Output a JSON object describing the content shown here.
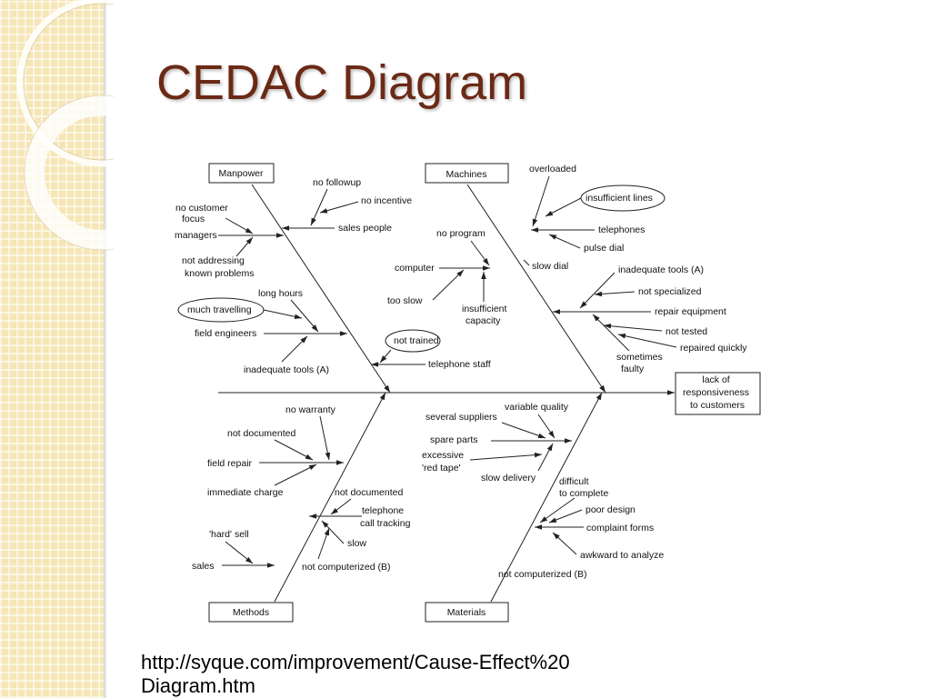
{
  "slide": {
    "title": "CEDAC Diagram",
    "source_url": "http://syque.com/improvement/Cause-Effect%20Diagram.htm"
  },
  "diagram": {
    "effect": [
      "lack of",
      "responsiveness",
      "to customers"
    ],
    "categories": {
      "manpower": "Manpower",
      "machines": "Machines",
      "methods": "Methods",
      "materials": "Materials"
    },
    "manpower": {
      "no_followup": "no followup",
      "no_incentive": "no incentive",
      "sales_people": "sales people",
      "no_customer_focus": [
        "no customer",
        "focus"
      ],
      "managers": "managers",
      "not_addressing": [
        "not addressing",
        "known problems"
      ],
      "long_hours": "long hours",
      "much_travelling": "much travelling",
      "field_engineers": "field engineers",
      "inadequate_tools": "inadequate tools (A)",
      "not_trained": "not trained",
      "telephone_staff": "telephone staff"
    },
    "machines": {
      "overloaded": "overloaded",
      "insufficient_lines": "insufficient lines",
      "telephones": "telephones",
      "pulse_dial": "pulse dial",
      "no_program": "no program",
      "computer": "computer",
      "too_slow": "too slow",
      "insufficient_capacity": [
        "insufficient",
        "capacity"
      ],
      "slow_dial": "slow dial",
      "inadequate_tools": "inadequate tools (A)",
      "not_specialized": "not specialized",
      "repair_equipment": "repair equipment",
      "not_tested": "not tested",
      "repaired_quickly": "repaired quickly",
      "sometimes_faulty": [
        "sometimes",
        "faulty"
      ]
    },
    "methods": {
      "no_warranty": "no warranty",
      "not_documented_1": "not documented",
      "field_repair": "field repair",
      "immediate_charge": "immediate charge",
      "not_documented_2": "not documented",
      "telephone_call_tracking": [
        "telephone",
        "call tracking"
      ],
      "slow": "slow",
      "hard_sell": "'hard' sell",
      "sales": "sales",
      "not_computerized": "not computerized (B)"
    },
    "materials": {
      "variable_quality": "variable quality",
      "several_suppliers": "several suppliers",
      "spare_parts": "spare parts",
      "excessive_red_tape": [
        "excessive",
        "'red tape'"
      ],
      "slow_delivery": "slow delivery",
      "difficult_to_complete": [
        "difficult",
        "to complete"
      ],
      "poor_design": "poor design",
      "complaint_forms": "complaint forms",
      "awkward_to_analyze": "awkward to analyze",
      "not_computerized": "not computerized (B)"
    }
  }
}
